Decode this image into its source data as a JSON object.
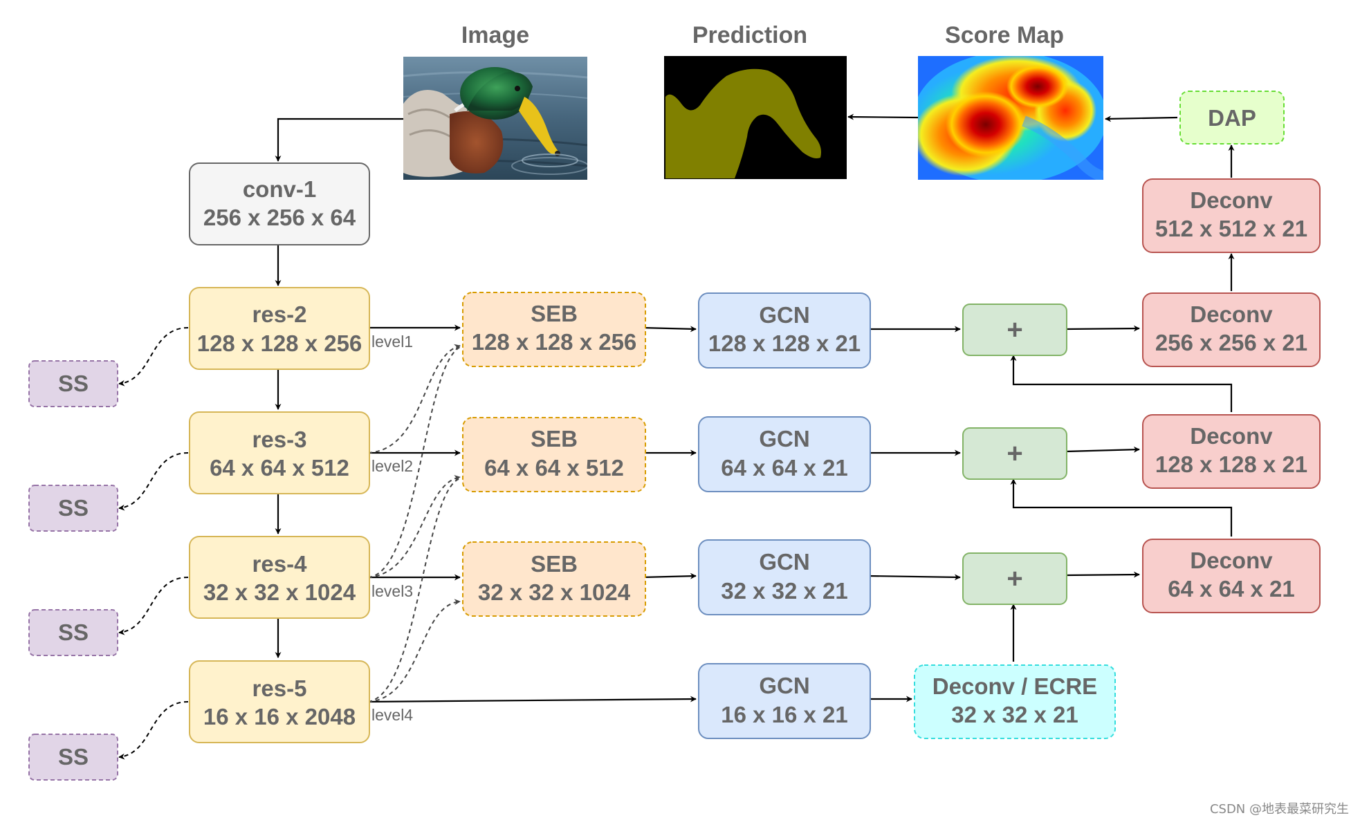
{
  "panels": {
    "image": {
      "title": "Image"
    },
    "prediction": {
      "title": "Prediction"
    },
    "score_map": {
      "title": "Score Map"
    }
  },
  "nodes": {
    "conv1": {
      "line1": "conv-1",
      "line2": "256 x 256 x 64"
    },
    "res2": {
      "line1": "res-2",
      "line2": "128 x 128 x 256"
    },
    "res3": {
      "line1": "res-3",
      "line2": "64 x 64 x 512"
    },
    "res4": {
      "line1": "res-4",
      "line2": "32 x 32 x 1024"
    },
    "res5": {
      "line1": "res-5",
      "line2": "16 x 16 x 2048"
    },
    "ss": {
      "label": "SS"
    },
    "seb1": {
      "line1": "SEB",
      "line2": "128 x 128 x 256"
    },
    "seb2": {
      "line1": "SEB",
      "line2": "64 x 64 x 512"
    },
    "seb3": {
      "line1": "SEB",
      "line2": "32 x 32 x 1024"
    },
    "gcn1": {
      "line1": "GCN",
      "line2": "128 x 128 x 21"
    },
    "gcn2": {
      "line1": "GCN",
      "line2": "64 x 64 x 21"
    },
    "gcn3": {
      "line1": "GCN",
      "line2": "32 x 32 x 21"
    },
    "gcn4": {
      "line1": "GCN",
      "line2": "16 x 16 x 21"
    },
    "plus": {
      "label": "+"
    },
    "ecre": {
      "line1": "Deconv / ECRE",
      "line2": "32 x 32 x 21"
    },
    "deconv512": {
      "line1": "Deconv",
      "line2": "512 x 512 x 21"
    },
    "deconv256": {
      "line1": "Deconv",
      "line2": "256 x 256 x 21"
    },
    "deconv128": {
      "line1": "Deconv",
      "line2": "128 x 128 x 21"
    },
    "deconv64": {
      "line1": "Deconv",
      "line2": "64 x 64 x 21"
    },
    "dap": {
      "label": "DAP"
    }
  },
  "levels": [
    "level1",
    "level2",
    "level3",
    "level4"
  ],
  "watermark": "CSDN @地表最菜研究生",
  "colors": {
    "text": "#666666",
    "conv_fill": "#f5f5f5",
    "conv_stroke": "#666666",
    "res_fill": "#fff2cc",
    "res_stroke": "#d6b656",
    "ss_fill": "#e1d5e7",
    "ss_stroke": "#9673a6",
    "seb_fill": "#ffe6cc",
    "seb_stroke": "#d79b00",
    "gcn_fill": "#dae8fc",
    "gcn_stroke": "#6c8ebf",
    "plus_fill": "#d5e8d4",
    "plus_stroke": "#82b366",
    "ecre_fill": "#ccffff",
    "ecre_stroke": "#33dddd",
    "deconv_fill": "#f8cecc",
    "deconv_stroke": "#b85450",
    "dap_fill": "#e6ffcc",
    "dap_stroke": "#66dd33"
  }
}
